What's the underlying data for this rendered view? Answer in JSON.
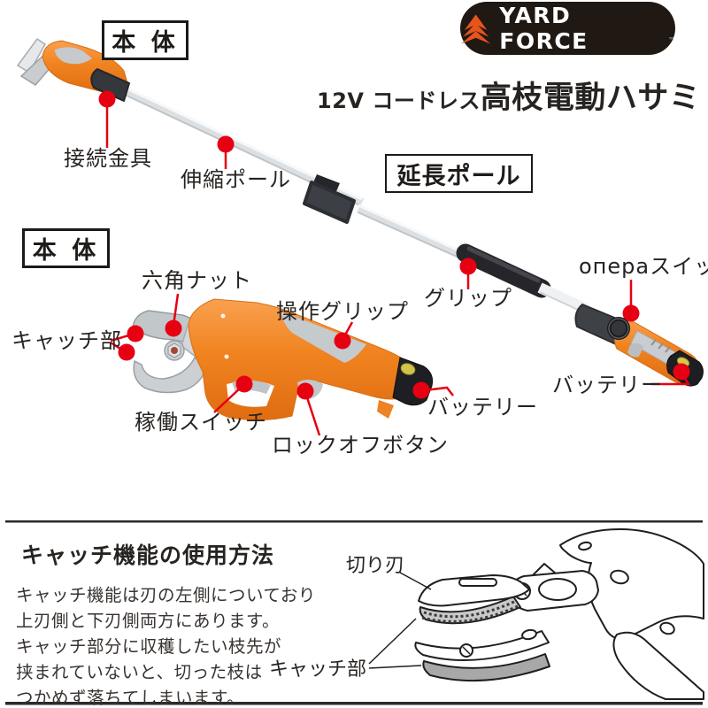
{
  "brand": {
    "logo_text": "YARD FORCE",
    "logo_trademark": "™",
    "logo_background": "#201913",
    "logo_arrow_color": "#e9541d",
    "logo_text_color": "#ffffff"
  },
  "title": {
    "prefix": "12V コードレス",
    "main": "高枝電動ハサミ"
  },
  "colors": {
    "callout_red": "#e60012",
    "product_orange": "#f0831f",
    "text_dark": "#272320"
  },
  "assembled_section": {
    "unit_box_label": "本 体",
    "extension_box_label": "延長ポール",
    "callouts": [
      {
        "label": "接続金具"
      },
      {
        "label": "伸縮ポール"
      },
      {
        "label": "グリップ"
      },
      {
        "label": "операスイッチ"
      },
      {
        "label": "バッテリー"
      }
    ]
  },
  "body_unit_section": {
    "unit_box_label": "本 体",
    "callouts": [
      {
        "label": "六角ナット"
      },
      {
        "label": "キャッチ部"
      },
      {
        "label": "操作グリップ"
      },
      {
        "label": "稼働スイッチ"
      },
      {
        "label": "ロックオフボタン"
      },
      {
        "label": "バッテリー"
      }
    ]
  },
  "catch_feature_section": {
    "heading": "キャッチ機能の使用方法",
    "body_lines": [
      "キャッチ機能は刃の左側についており",
      "上刃側と下刃側両方にあります。",
      "キャッチ部分に収穫したい枝先が",
      "挟まれていないと、切った枝は",
      "つかめず落ちてしまいます。"
    ],
    "diagram_callouts": [
      {
        "label": "切り刃"
      },
      {
        "label": "キャッチ部"
      }
    ]
  }
}
